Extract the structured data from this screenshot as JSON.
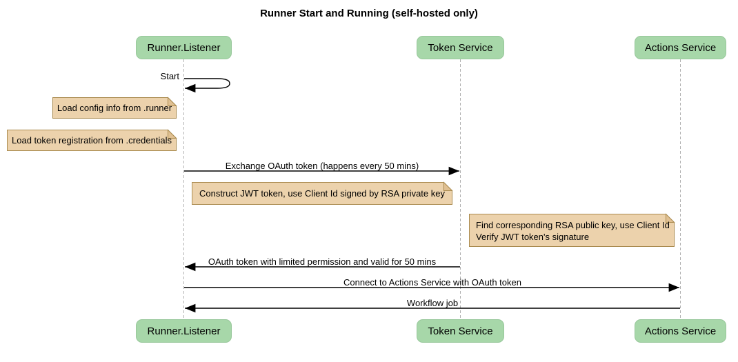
{
  "title": "Runner Start and Running (self-hosted only)",
  "participants": [
    {
      "label": "Runner.Listener"
    },
    {
      "label": "Token Service"
    },
    {
      "label": "Actions Service"
    }
  ],
  "messages": [
    {
      "label": "Start",
      "from": "Runner.Listener",
      "to": "Runner.Listener",
      "kind": "self-message"
    },
    {
      "label": "Exchange OAuth token (happens every 50 mins)",
      "from": "Runner.Listener",
      "to": "Token Service",
      "kind": "solid-arrow"
    },
    {
      "label": "OAuth token with limited permission and valid for 50 mins",
      "from": "Token Service",
      "to": "Runner.Listener",
      "kind": "solid-arrow"
    },
    {
      "label": "Connect to Actions Service with OAuth token",
      "from": "Runner.Listener",
      "to": "Actions Service",
      "kind": "solid-arrow"
    },
    {
      "label": "Workflow job",
      "from": "Actions Service",
      "to": "Runner.Listener",
      "kind": "solid-arrow"
    }
  ],
  "notes": [
    {
      "text": "Load config info from .runner",
      "position": "left of Runner.Listener"
    },
    {
      "text": "Load token registration from .credentials",
      "position": "left of Runner.Listener"
    },
    {
      "text": "Construct JWT token, use Client Id signed by RSA private key",
      "position": "between Runner.Listener and Token Service"
    },
    {
      "lines": [
        "Find corresponding RSA public key, use Client Id",
        "Verify JWT token's signature"
      ],
      "position": "between Token Service and Actions Service"
    }
  ],
  "colors": {
    "participant_fill": "#a7d7a9",
    "note_fill": "#ecd2ac",
    "note_border": "#aa8b4f",
    "lifeline": "#b0b0b0",
    "arrow": "#000000",
    "text": "#000000",
    "background": "#ffffff"
  }
}
